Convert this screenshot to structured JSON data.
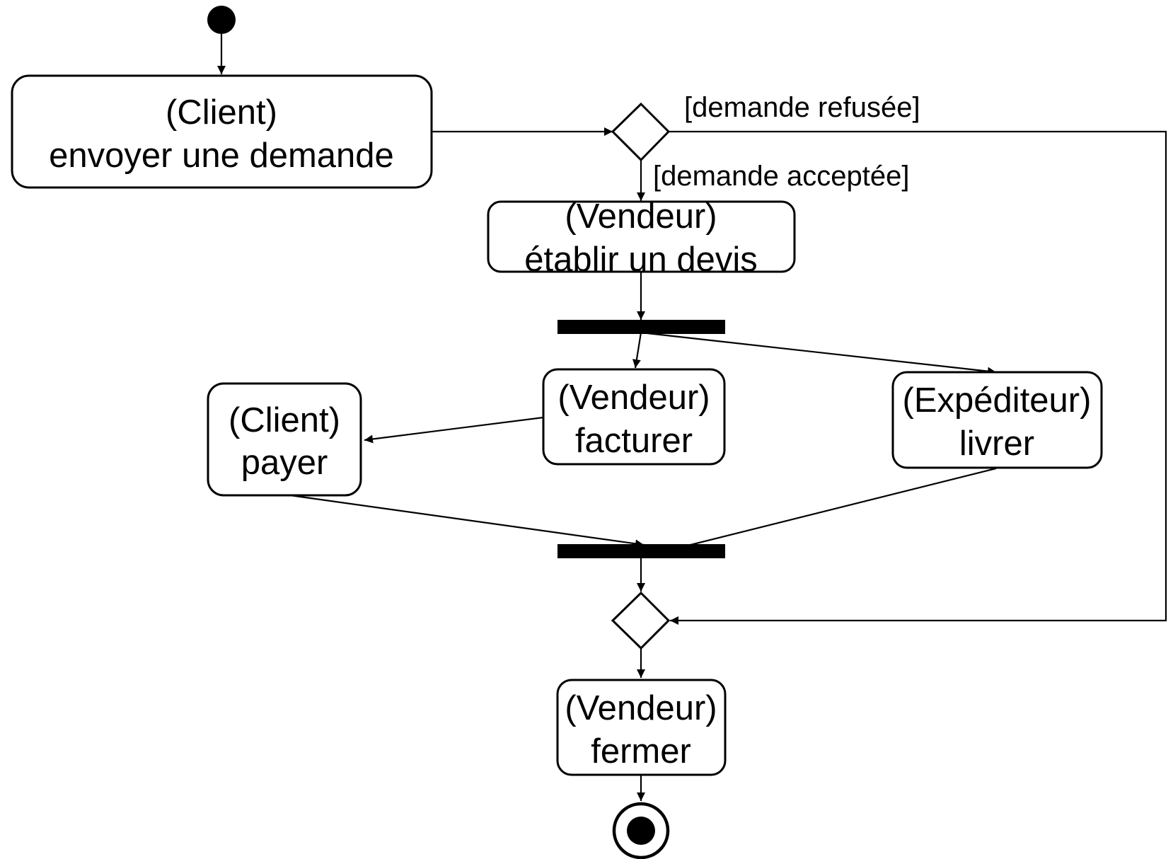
{
  "diagram": {
    "type": "uml-activity",
    "nodes": {
      "envoyer": {
        "lines": [
          "(Client)",
          "envoyer une demande"
        ]
      },
      "devis": {
        "lines": [
          "(Vendeur)",
          "établir un devis"
        ]
      },
      "facturer": {
        "lines": [
          "(Vendeur)",
          "facturer"
        ]
      },
      "payer": {
        "lines": [
          "(Client)",
          "payer"
        ]
      },
      "livrer": {
        "lines": [
          "(Expéditeur)",
          "livrer"
        ]
      },
      "fermer": {
        "lines": [
          "(Vendeur)",
          "fermer"
        ]
      }
    },
    "guards": {
      "refused": "[demande refusée]",
      "accepted": "[demande acceptée]"
    },
    "edges": [
      [
        "initial",
        "envoyer"
      ],
      [
        "envoyer",
        "decision"
      ],
      [
        "decision",
        "devis",
        "accepted"
      ],
      [
        "decision",
        "merge",
        "refused"
      ],
      [
        "devis",
        "fork"
      ],
      [
        "fork",
        "facturer"
      ],
      [
        "fork",
        "livrer"
      ],
      [
        "facturer",
        "payer"
      ],
      [
        "payer",
        "join"
      ],
      [
        "livrer",
        "join"
      ],
      [
        "join",
        "merge"
      ],
      [
        "merge",
        "fermer"
      ],
      [
        "fermer",
        "final"
      ]
    ]
  }
}
